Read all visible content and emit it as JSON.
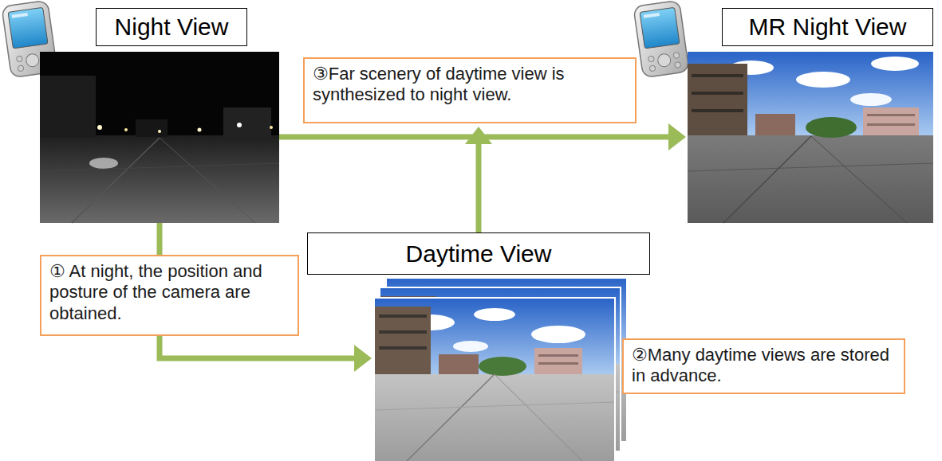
{
  "diagram": {
    "nodes": [
      {
        "text": [
          "Night View"
        ]
      },
      {
        "text": [
          "③Far scenery of daytime view is synthesized to night view."
        ]
      },
      {
        "text": [
          "MR Night View"
        ]
      },
      {
        "text": [
          "① At night, the position and posture of the camera are obtained."
        ]
      },
      {
        "text": [
          "Daytime View"
        ]
      },
      {
        "text": [
          "②Many daytime views are stored in advance."
        ]
      }
    ],
    "edges": [
      {
        "from": 0,
        "to": 2,
        "arrow": "to"
      },
      {
        "from": 0,
        "to": 4,
        "arrow": "to"
      },
      {
        "from": 4,
        "to": 1,
        "arrow": "to"
      }
    ]
  }
}
